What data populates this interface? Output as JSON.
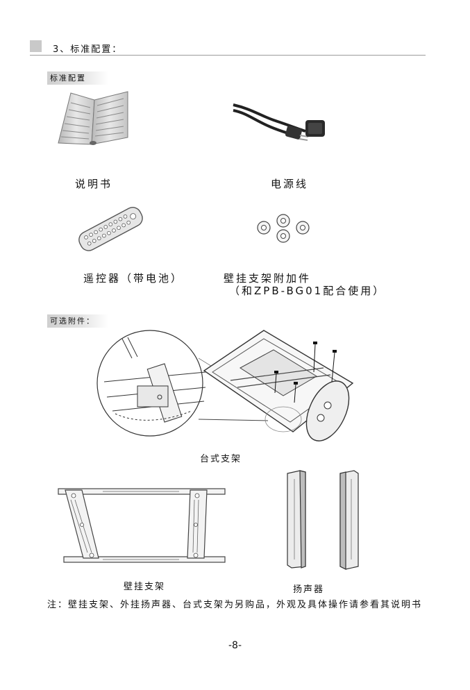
{
  "section": {
    "title": "3、标准配置："
  },
  "standard": {
    "tag": "标准配置",
    "items": [
      {
        "label": "说明书",
        "icon": "manual-book-icon"
      },
      {
        "label": "电源线",
        "icon": "power-cord-icon"
      },
      {
        "label": "遥控器（带电池）",
        "icon": "remote-control-icon"
      },
      {
        "label": "壁挂支架附加件",
        "sublabel": "（和ZPB-BG01配合使用）",
        "icon": "wall-mount-spacers-icon"
      }
    ]
  },
  "optional": {
    "tag": "可选附件：",
    "items": [
      {
        "label": "台式支架",
        "icon": "desk-stand-illustration"
      },
      {
        "label": "壁挂支架",
        "icon": "wall-bracket-illustration"
      },
      {
        "label": "扬声器",
        "icon": "speaker-illustration"
      }
    ]
  },
  "note": "注：壁挂支架、外挂扬声器、台式支架为另购品，外观及具体操作请参看其说明书",
  "page_number": "-8-"
}
